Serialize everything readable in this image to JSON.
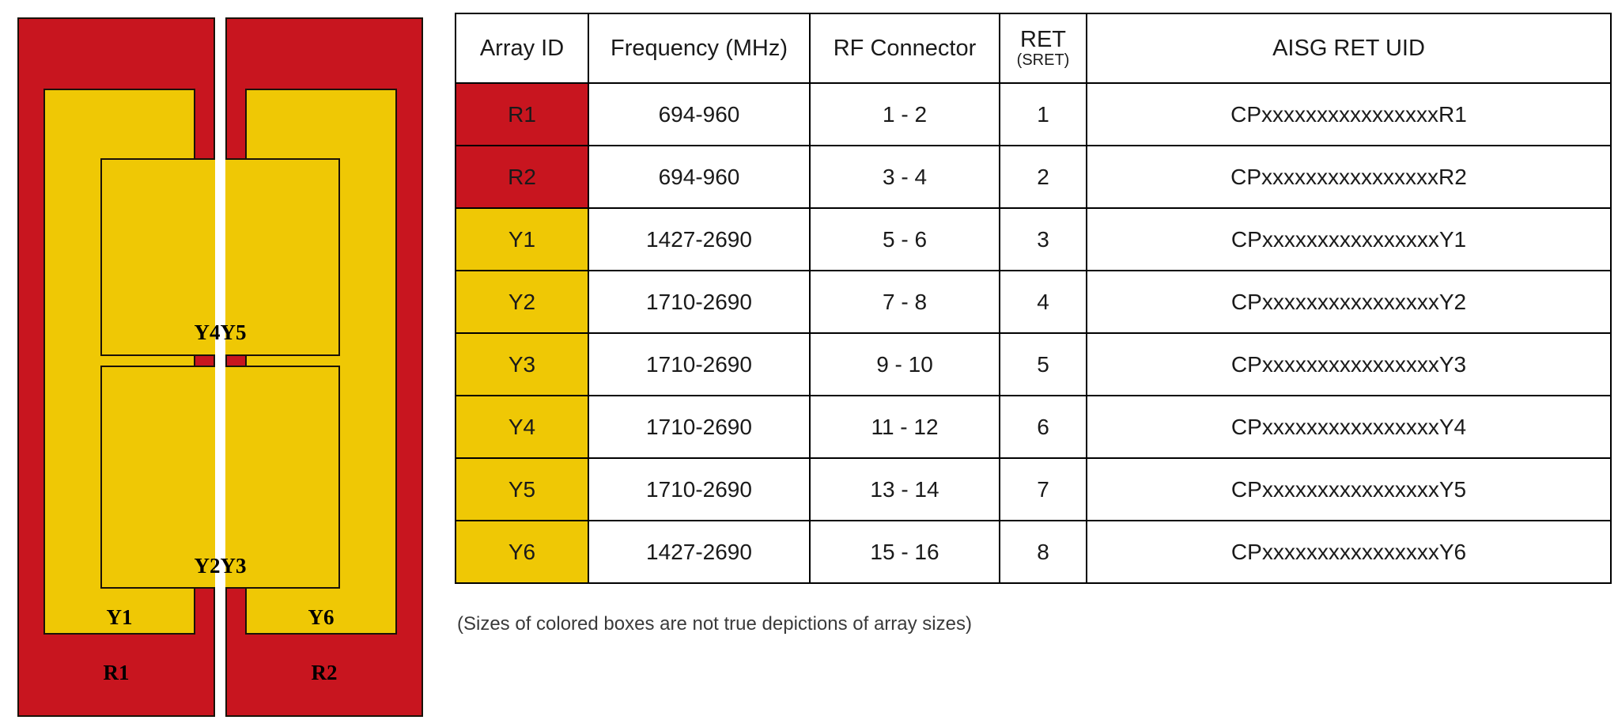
{
  "colors": {
    "red": "#c8151f",
    "yellow": "#efc805",
    "outline": "#1a1208"
  },
  "diagram": {
    "labels": {
      "y4y5": "Y4Y5",
      "y2y3": "Y2Y3",
      "y1": "Y1",
      "y6": "Y6",
      "r1": "R1",
      "r2": "R2"
    }
  },
  "table": {
    "headers": {
      "array_id": "Array ID",
      "frequency": "Frequency (MHz)",
      "rf_connector": "RF Connector",
      "ret_main": "RET",
      "ret_sub": "(SRET)",
      "aisg_ret_uid": "AISG RET UID"
    },
    "rows": [
      {
        "array_id": "R1",
        "color": "red",
        "frequency": "694-960",
        "rf_connector": "1 - 2",
        "ret": "1",
        "uid": "CPxxxxxxxxxxxxxxxxR1"
      },
      {
        "array_id": "R2",
        "color": "red",
        "frequency": "694-960",
        "rf_connector": "3 - 4",
        "ret": "2",
        "uid": "CPxxxxxxxxxxxxxxxxR2"
      },
      {
        "array_id": "Y1",
        "color": "yellow",
        "frequency": "1427-2690",
        "rf_connector": "5 - 6",
        "ret": "3",
        "uid": "CPxxxxxxxxxxxxxxxxY1"
      },
      {
        "array_id": "Y2",
        "color": "yellow",
        "frequency": "1710-2690",
        "rf_connector": "7 - 8",
        "ret": "4",
        "uid": "CPxxxxxxxxxxxxxxxxY2"
      },
      {
        "array_id": "Y3",
        "color": "yellow",
        "frequency": "1710-2690",
        "rf_connector": "9 - 10",
        "ret": "5",
        "uid": "CPxxxxxxxxxxxxxxxxY3"
      },
      {
        "array_id": "Y4",
        "color": "yellow",
        "frequency": "1710-2690",
        "rf_connector": "11 - 12",
        "ret": "6",
        "uid": "CPxxxxxxxxxxxxxxxxY4"
      },
      {
        "array_id": "Y5",
        "color": "yellow",
        "frequency": "1710-2690",
        "rf_connector": "13 - 14",
        "ret": "7",
        "uid": "CPxxxxxxxxxxxxxxxxY5"
      },
      {
        "array_id": "Y6",
        "color": "yellow",
        "frequency": "1427-2690",
        "rf_connector": "15 - 16",
        "ret": "8",
        "uid": "CPxxxxxxxxxxxxxxxxY6"
      }
    ],
    "footnote": "(Sizes of colored boxes are not true depictions of array sizes)"
  }
}
